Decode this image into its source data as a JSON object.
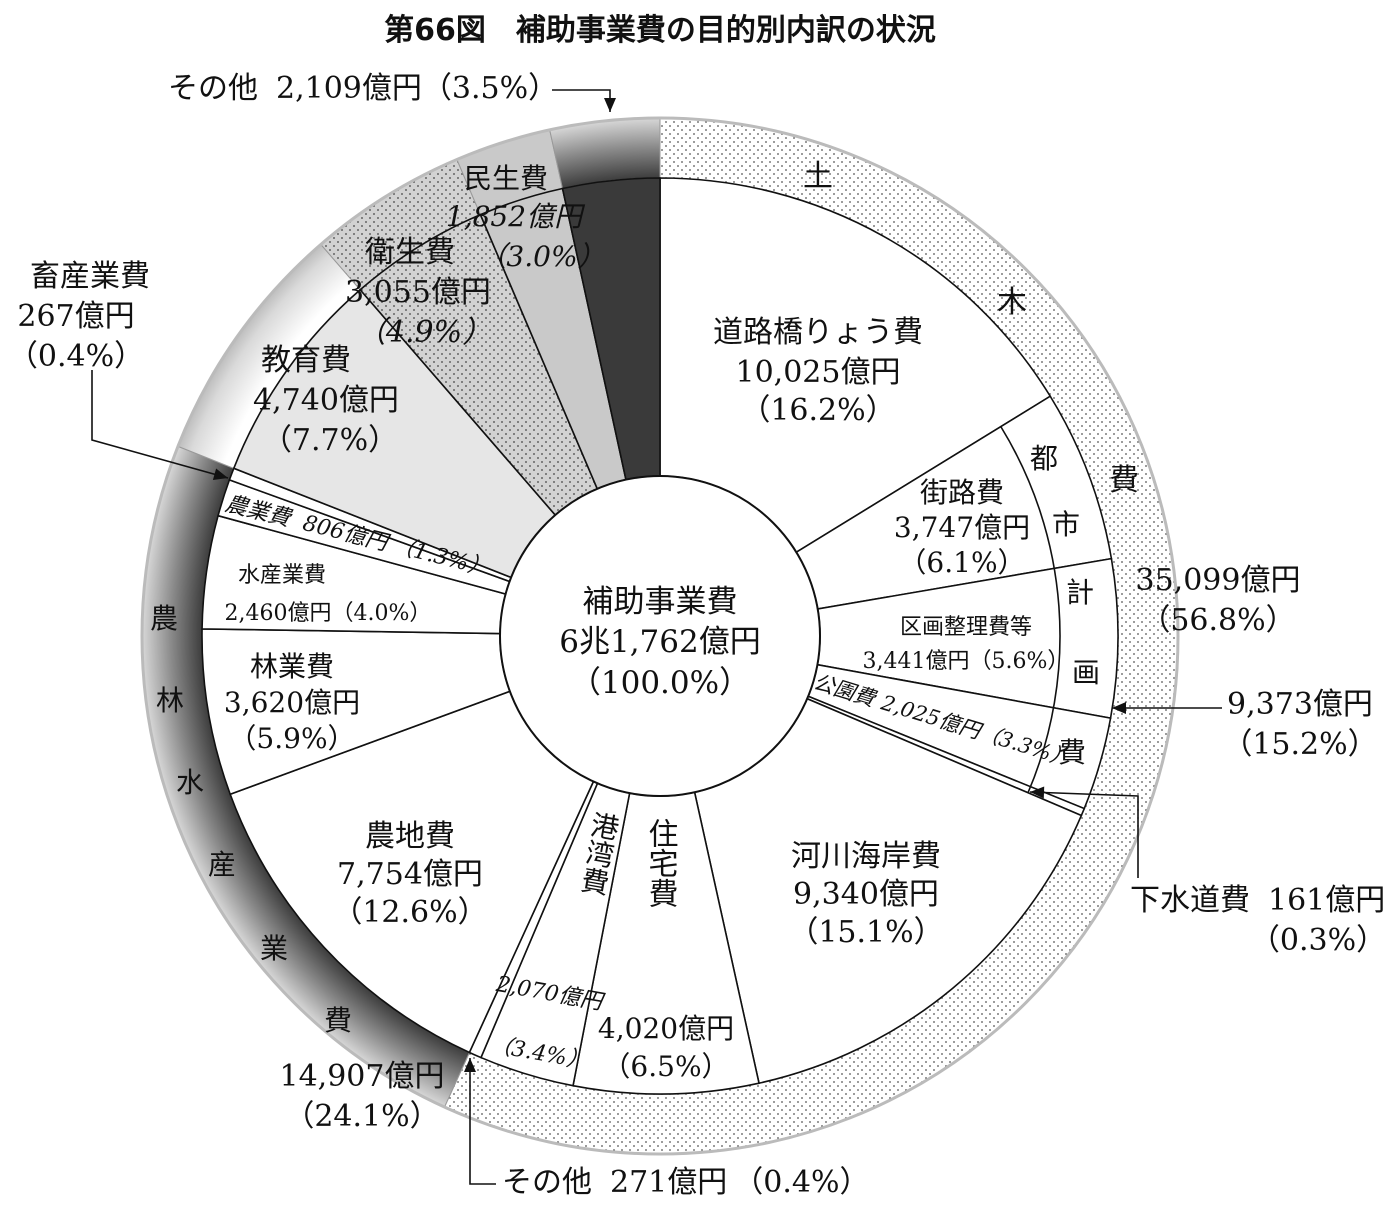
{
  "chart_data": {
    "type": "pie",
    "title": "第66図　補助事業費の目的別内訳の状況",
    "total": {
      "name": "補助事業費",
      "amount": "6兆1,762億円",
      "percent": "（100.0%）",
      "value": 61762
    },
    "unit": "億円",
    "inner_slices": [
      {
        "id": "road",
        "name": "道路橋りょう費",
        "amount": "10,025億円",
        "percent": "（16.2%）",
        "value": 10025,
        "group": "doboku"
      },
      {
        "id": "street",
        "name": "街路費",
        "amount": "3,747億円",
        "percent": "（6.1%）",
        "value": 3747,
        "group": "doboku"
      },
      {
        "id": "kukaku",
        "name": "区画整理費等",
        "amount": "3,441億円",
        "percent": "（5.6%）",
        "value": 3441,
        "group": "doboku"
      },
      {
        "id": "park",
        "name": "公園費",
        "amount": "2,025億円",
        "percent": "（3.3%）",
        "value": 2025,
        "group": "doboku"
      },
      {
        "id": "sewer",
        "name": "下水道費",
        "amount": "161億円",
        "percent": "（0.3%）",
        "value": 161,
        "group": "doboku"
      },
      {
        "id": "river",
        "name": "河川海岸費",
        "amount": "9,340億円",
        "percent": "（15.1%）",
        "value": 9340,
        "group": "doboku"
      },
      {
        "id": "housing",
        "name": "住宅費",
        "amount": "4,020億円",
        "percent": "（6.5%）",
        "value": 4020,
        "group": "doboku"
      },
      {
        "id": "harbor",
        "name": "港湾費",
        "amount": "2,070億円",
        "percent": "（3.4%）",
        "value": 2070,
        "group": "doboku"
      },
      {
        "id": "other_s",
        "name": "その他",
        "amount": "271億円",
        "percent": "（0.4%）",
        "value": 271,
        "group": "doboku"
      },
      {
        "id": "farmland",
        "name": "農地費",
        "amount": "7,754億円",
        "percent": "（12.6%）",
        "value": 7754,
        "group": "norin"
      },
      {
        "id": "forest",
        "name": "林業費",
        "amount": "3,620億円",
        "percent": "（5.9%）",
        "value": 3620,
        "group": "norin"
      },
      {
        "id": "fishery",
        "name": "水産業費",
        "amount": "2,460億円",
        "percent": "（4.0%）",
        "value": 2460,
        "group": "norin"
      },
      {
        "id": "agri",
        "name": "農業費",
        "amount": "806億円",
        "percent": "（1.3%）",
        "value": 806,
        "group": "norin"
      },
      {
        "id": "livestock",
        "name": "畜産業費",
        "amount": "267億円",
        "percent": "（0.4%）",
        "value": 267,
        "group": "norin"
      },
      {
        "id": "edu",
        "name": "教育費",
        "amount": "4,740億円",
        "percent": "（7.7%）",
        "value": 4740,
        "group": "edu"
      },
      {
        "id": "health",
        "name": "衛生費",
        "amount": "3,055億円",
        "percent": "（4.9%）",
        "value": 3055,
        "group": "health"
      },
      {
        "id": "welfare",
        "name": "民生費",
        "amount": "1,852億円",
        "percent": "（3.0%）",
        "value": 1852,
        "group": "welfare"
      },
      {
        "id": "other_l",
        "name": "その他",
        "amount": "2,109億円",
        "percent": "（3.5%）",
        "value": 2109,
        "group": "other"
      }
    ],
    "groups": [
      {
        "id": "doboku",
        "name": "土木費",
        "name_chars": [
          "土",
          "木",
          "費"
        ],
        "amount": "35,099億円",
        "percent": "（56.8%）",
        "value": 35099
      },
      {
        "id": "norin",
        "name": "農林水産業費",
        "name_chars": [
          "農",
          "林",
          "水",
          "産",
          "業",
          "費"
        ],
        "amount": "14,907億円",
        "percent": "（24.1%）",
        "value": 14907
      },
      {
        "id": "edu",
        "value": 4740
      },
      {
        "id": "health",
        "value": 3055
      },
      {
        "id": "welfare",
        "value": 1852
      },
      {
        "id": "other",
        "value": 2109
      }
    ],
    "subgroups": [
      {
        "id": "toshi",
        "name": "都市計画費",
        "name_chars": [
          "都",
          "市",
          "計",
          "画",
          "費"
        ],
        "amount": "9,373億円",
        "percent": "（15.2%）",
        "value": 9373
      }
    ],
    "colors": {
      "white": "#ffffff",
      "edu": "#e6e6e6",
      "health": "#c9c9c9",
      "welfare": "#c9c9c9",
      "other": "#3a3a3a",
      "dots": "#555555",
      "line": "#111111"
    }
  }
}
